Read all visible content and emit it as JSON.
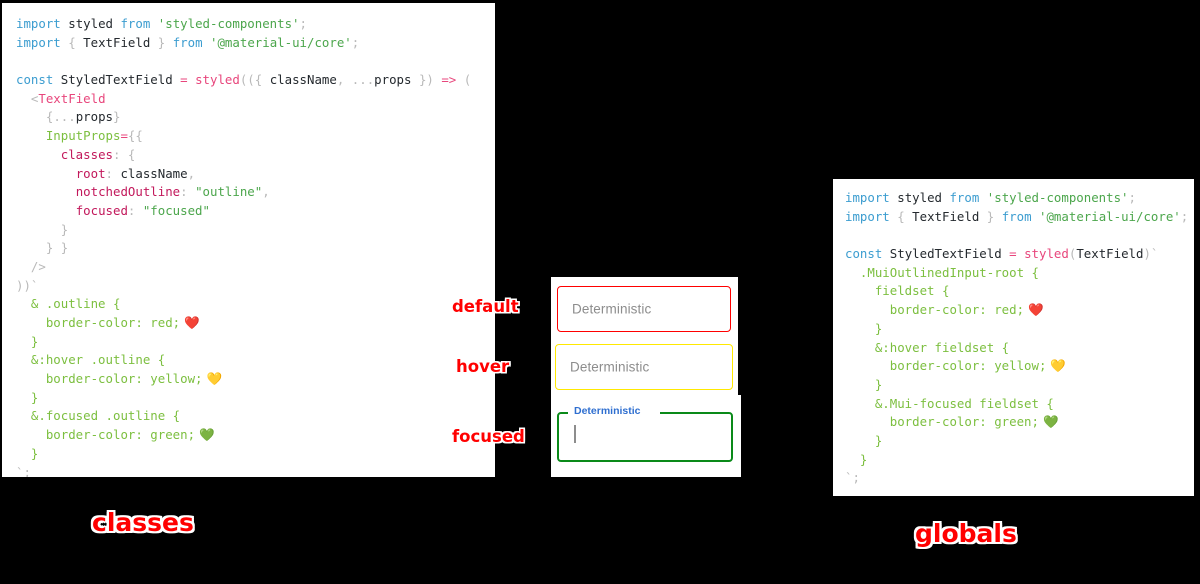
{
  "panels": {
    "classes": {
      "caption": "classes",
      "code_lines": [
        [
          {
            "t": "import",
            "c": "kw"
          },
          {
            "t": " ",
            "c": "plain"
          },
          {
            "t": "styled",
            "c": "plain"
          },
          {
            "t": " ",
            "c": "plain"
          },
          {
            "t": "from",
            "c": "kw"
          },
          {
            "t": " ",
            "c": "plain"
          },
          {
            "t": "'styled-components'",
            "c": "str"
          },
          {
            "t": ";",
            "c": "punc"
          }
        ],
        [
          {
            "t": "import",
            "c": "kw"
          },
          {
            "t": " ",
            "c": "plain"
          },
          {
            "t": "{",
            "c": "punc"
          },
          {
            "t": " TextField ",
            "c": "plain"
          },
          {
            "t": "}",
            "c": "punc"
          },
          {
            "t": " ",
            "c": "plain"
          },
          {
            "t": "from",
            "c": "kw"
          },
          {
            "t": " ",
            "c": "plain"
          },
          {
            "t": "'@material-ui/core'",
            "c": "str"
          },
          {
            "t": ";",
            "c": "punc"
          }
        ],
        [],
        [
          {
            "t": "const",
            "c": "kw"
          },
          {
            "t": " StyledTextField ",
            "c": "plain"
          },
          {
            "t": "=",
            "c": "op"
          },
          {
            "t": " ",
            "c": "plain"
          },
          {
            "t": "styled",
            "c": "fn"
          },
          {
            "t": "((",
            "c": "punc"
          },
          {
            "t": "{",
            "c": "punc"
          },
          {
            "t": " className",
            "c": "plain"
          },
          {
            "t": ",",
            "c": "punc"
          },
          {
            "t": " ",
            "c": "plain"
          },
          {
            "t": "...",
            "c": "punc"
          },
          {
            "t": "props",
            "c": "plain"
          },
          {
            "t": " }",
            "c": "punc"
          },
          {
            "t": ")",
            "c": "punc"
          },
          {
            "t": " ",
            "c": "plain"
          },
          {
            "t": "=>",
            "c": "op"
          },
          {
            "t": " (",
            "c": "punc"
          }
        ],
        [
          {
            "t": "  ",
            "c": "plain"
          },
          {
            "t": "<",
            "c": "punc"
          },
          {
            "t": "TextField",
            "c": "tag"
          }
        ],
        [
          {
            "t": "    ",
            "c": "plain"
          },
          {
            "t": "{",
            "c": "punc"
          },
          {
            "t": "...",
            "c": "punc"
          },
          {
            "t": "props",
            "c": "plain"
          },
          {
            "t": "}",
            "c": "punc"
          }
        ],
        [
          {
            "t": "    ",
            "c": "plain"
          },
          {
            "t": "InputProps",
            "c": "css"
          },
          {
            "t": "=",
            "c": "op"
          },
          {
            "t": "{{",
            "c": "punc"
          }
        ],
        [
          {
            "t": "      ",
            "c": "plain"
          },
          {
            "t": "classes",
            "c": "prop"
          },
          {
            "t": ":",
            "c": "punc"
          },
          {
            "t": " {",
            "c": "punc"
          }
        ],
        [
          {
            "t": "        ",
            "c": "plain"
          },
          {
            "t": "root",
            "c": "prop"
          },
          {
            "t": ":",
            "c": "punc"
          },
          {
            "t": " className",
            "c": "plain"
          },
          {
            "t": ",",
            "c": "punc"
          }
        ],
        [
          {
            "t": "        ",
            "c": "plain"
          },
          {
            "t": "notchedOutline",
            "c": "prop"
          },
          {
            "t": ":",
            "c": "punc"
          },
          {
            "t": " ",
            "c": "plain"
          },
          {
            "t": "\"outline\"",
            "c": "str"
          },
          {
            "t": ",",
            "c": "punc"
          }
        ],
        [
          {
            "t": "        ",
            "c": "plain"
          },
          {
            "t": "focused",
            "c": "prop"
          },
          {
            "t": ":",
            "c": "punc"
          },
          {
            "t": " ",
            "c": "plain"
          },
          {
            "t": "\"focused\"",
            "c": "str"
          }
        ],
        [
          {
            "t": "      ",
            "c": "plain"
          },
          {
            "t": "}",
            "c": "punc"
          }
        ],
        [
          {
            "t": "    ",
            "c": "plain"
          },
          {
            "t": "} }",
            "c": "punc"
          }
        ],
        [
          {
            "t": "  ",
            "c": "plain"
          },
          {
            "t": "/>",
            "c": "punc"
          }
        ],
        [
          {
            "t": "))",
            "c": "punc"
          },
          {
            "t": "`",
            "c": "punc"
          }
        ],
        [
          {
            "t": "  ",
            "c": "plain"
          },
          {
            "t": "& .outline {",
            "c": "css"
          }
        ],
        [
          {
            "t": "    ",
            "c": "plain"
          },
          {
            "t": "border-color: red;",
            "c": "css"
          },
          {
            "t": " ❤️",
            "c": "emoji"
          }
        ],
        [
          {
            "t": "  ",
            "c": "plain"
          },
          {
            "t": "}",
            "c": "css"
          }
        ],
        [
          {
            "t": "  ",
            "c": "plain"
          },
          {
            "t": "&:hover .outline {",
            "c": "css"
          }
        ],
        [
          {
            "t": "    ",
            "c": "plain"
          },
          {
            "t": "border-color: yellow;",
            "c": "css"
          },
          {
            "t": " 💛",
            "c": "emoji"
          }
        ],
        [
          {
            "t": "  ",
            "c": "plain"
          },
          {
            "t": "}",
            "c": "css"
          }
        ],
        [
          {
            "t": "  ",
            "c": "plain"
          },
          {
            "t": "&.focused .outline {",
            "c": "css"
          }
        ],
        [
          {
            "t": "    ",
            "c": "plain"
          },
          {
            "t": "border-color: green;",
            "c": "css"
          },
          {
            "t": " 💚",
            "c": "emoji"
          }
        ],
        [
          {
            "t": "  ",
            "c": "plain"
          },
          {
            "t": "}",
            "c": "css"
          }
        ],
        [
          {
            "t": "`",
            "c": "punc"
          },
          {
            "t": ";",
            "c": "punc"
          }
        ]
      ]
    },
    "globals": {
      "caption": "globals",
      "code_lines": [
        [
          {
            "t": "import",
            "c": "kw"
          },
          {
            "t": " ",
            "c": "plain"
          },
          {
            "t": "styled",
            "c": "plain"
          },
          {
            "t": " ",
            "c": "plain"
          },
          {
            "t": "from",
            "c": "kw"
          },
          {
            "t": " ",
            "c": "plain"
          },
          {
            "t": "'styled-components'",
            "c": "str"
          },
          {
            "t": ";",
            "c": "punc"
          }
        ],
        [
          {
            "t": "import",
            "c": "kw"
          },
          {
            "t": " ",
            "c": "plain"
          },
          {
            "t": "{",
            "c": "punc"
          },
          {
            "t": " TextField ",
            "c": "plain"
          },
          {
            "t": "}",
            "c": "punc"
          },
          {
            "t": " ",
            "c": "plain"
          },
          {
            "t": "from",
            "c": "kw"
          },
          {
            "t": " ",
            "c": "plain"
          },
          {
            "t": "'@material-ui/core'",
            "c": "str"
          },
          {
            "t": ";",
            "c": "punc"
          }
        ],
        [],
        [
          {
            "t": "const",
            "c": "kw"
          },
          {
            "t": " StyledTextField ",
            "c": "plain"
          },
          {
            "t": "=",
            "c": "op"
          },
          {
            "t": " ",
            "c": "plain"
          },
          {
            "t": "styled",
            "c": "fn"
          },
          {
            "t": "(",
            "c": "punc"
          },
          {
            "t": "TextField",
            "c": "plain"
          },
          {
            "t": ")",
            "c": "punc"
          },
          {
            "t": "`",
            "c": "punc"
          }
        ],
        [
          {
            "t": "  ",
            "c": "plain"
          },
          {
            "t": ".MuiOutlinedInput-root {",
            "c": "css"
          }
        ],
        [
          {
            "t": "    ",
            "c": "plain"
          },
          {
            "t": "fieldset {",
            "c": "css"
          }
        ],
        [
          {
            "t": "      ",
            "c": "plain"
          },
          {
            "t": "border-color: red;",
            "c": "css"
          },
          {
            "t": " ❤️",
            "c": "emoji"
          }
        ],
        [
          {
            "t": "    ",
            "c": "plain"
          },
          {
            "t": "}",
            "c": "css"
          }
        ],
        [
          {
            "t": "    ",
            "c": "plain"
          },
          {
            "t": "&:hover fieldset {",
            "c": "css"
          }
        ],
        [
          {
            "t": "      ",
            "c": "plain"
          },
          {
            "t": "border-color: yellow;",
            "c": "css"
          },
          {
            "t": " 💛",
            "c": "emoji"
          }
        ],
        [
          {
            "t": "    ",
            "c": "plain"
          },
          {
            "t": "}",
            "c": "css"
          }
        ],
        [
          {
            "t": "    ",
            "c": "plain"
          },
          {
            "t": "&.Mui-focused fieldset {",
            "c": "css"
          }
        ],
        [
          {
            "t": "      ",
            "c": "plain"
          },
          {
            "t": "border-color: green;",
            "c": "css"
          },
          {
            "t": " 💚",
            "c": "emoji"
          }
        ],
        [
          {
            "t": "    ",
            "c": "plain"
          },
          {
            "t": "}",
            "c": "css"
          }
        ],
        [
          {
            "t": "  ",
            "c": "plain"
          },
          {
            "t": "}",
            "c": "css"
          }
        ],
        [
          {
            "t": "`",
            "c": "punc"
          },
          {
            "t": ";",
            "c": "punc"
          }
        ]
      ]
    }
  },
  "demo": {
    "fields": [
      {
        "state": "default",
        "text": "Deterministic",
        "border_color": "#ff0000"
      },
      {
        "state": "hover",
        "text": "Deterministic",
        "border_color": "#ffe900"
      },
      {
        "state": "focused",
        "label": "Deterministic",
        "value": "",
        "border_color": "#0a8a19",
        "label_color": "#2f6fd0"
      }
    ],
    "annotations": {
      "default": "default",
      "hover": "hover",
      "focused": "focused"
    }
  },
  "colors": {
    "background": "#000000",
    "panel_background": "#ffffff",
    "annotation": "#ff0000",
    "keyword": "#3c9dd0",
    "string": "#4ca64c",
    "function": "#e8467c",
    "css_rule": "#7cbf3f",
    "object_key": "#c2185b"
  }
}
